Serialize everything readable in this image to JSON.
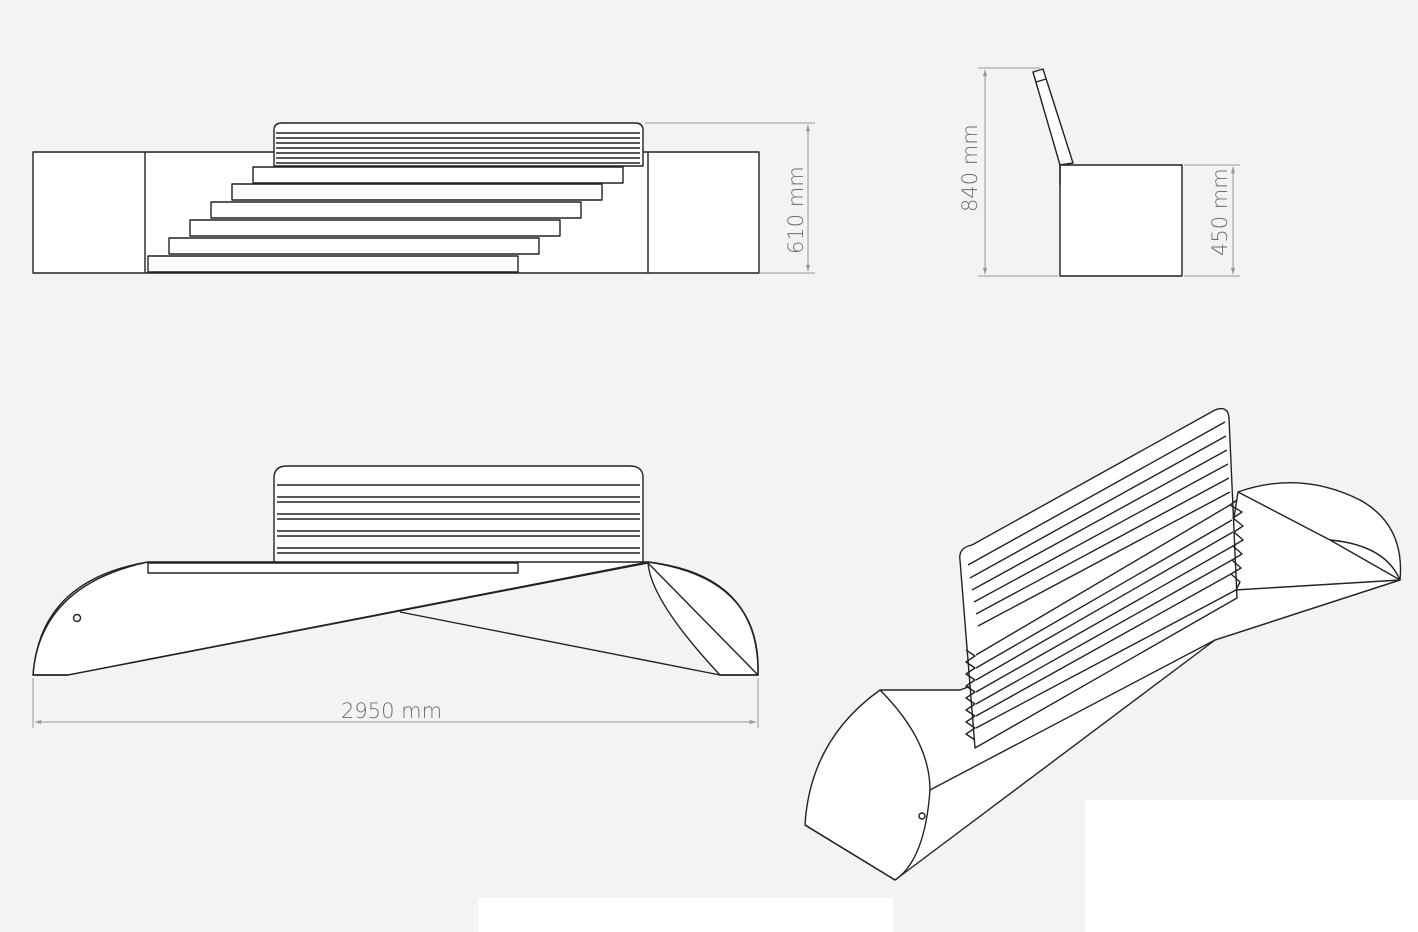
{
  "dimensions": {
    "height_front": "610 mm",
    "height_total": "840 mm",
    "seat_height": "450 mm",
    "length": "2950 mm"
  }
}
